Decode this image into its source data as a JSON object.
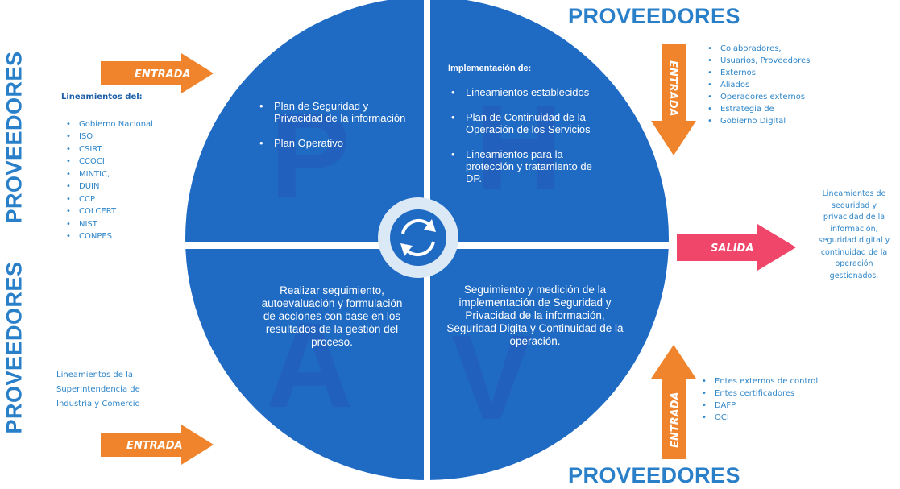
{
  "providers": {
    "top_right": "PROVEEDORES",
    "bottom_right": "PROVEEDORES",
    "left_top": "PROVEEDORES",
    "left_bottom": "PROVEEDORES"
  },
  "arrows": {
    "entrada_top_left": "ENTRADA",
    "entrada_top_right": "ENTRADA",
    "entrada_bottom_left": "ENTRADA",
    "entrada_bottom_right": "ENTRADA",
    "salida": "SALIDA"
  },
  "left_top_block": {
    "heading": "Lineamientos del:",
    "items": [
      "Gobierno Nacional",
      "ISO",
      "CSIRT",
      "CCOCI",
      "MINTIC,",
      "DUIN",
      "CCP",
      "COLCERT",
      "NIST",
      "CONPES"
    ]
  },
  "left_bottom_block": {
    "lines": [
      "Lineamientos de la",
      "Superintendencia de",
      "Industria y Comercio"
    ]
  },
  "right_top_block": {
    "items": [
      "Colaboradores,",
      "Usuarios, Proveedores",
      "Externos",
      "Aliados",
      "Operadores externos",
      "Estrategia de",
      "Gobierno Digital"
    ]
  },
  "right_bottom_block": {
    "items": [
      "Entes externos de control",
      "Entes certificadores",
      "DAFP",
      "OCI"
    ]
  },
  "output_block": {
    "lines": [
      "Lineamientos de",
      "seguridad y",
      "privacidad de la",
      "información,",
      "seguridad digital y",
      "continuidad de la",
      "operación",
      "gestionados."
    ]
  },
  "quadrants": {
    "plan": {
      "letter": "P",
      "items": [
        "Plan de Seguridad y Privacidad de la información",
        "Plan Operativo"
      ]
    },
    "do": {
      "letter": "H",
      "heading": "Implementación de:",
      "items": [
        "Lineamientos establecidos",
        "Plan de Continuidad de la Operación de los Servicios",
        "Lineamientos para la protección y tratamiento de DP."
      ]
    },
    "act": {
      "letter": "A",
      "text": "Realizar seguimiento, autoevaluación y formulación de acciones con base en los resultados de la gestión del proceso."
    },
    "check": {
      "letter": "V",
      "text": "Seguimiento y medición de la implementación de Seguridad y Privacidad de la información, Seguridad Digita y Continuidad de la operación."
    }
  },
  "colors": {
    "circle_blue": "#1f6bc4",
    "arrow_orange": "#f0842c",
    "salida_pink": "#f0466a",
    "text_blue": "#2f86c8"
  },
  "icons": {
    "center": "refresh-cycle-icon"
  }
}
